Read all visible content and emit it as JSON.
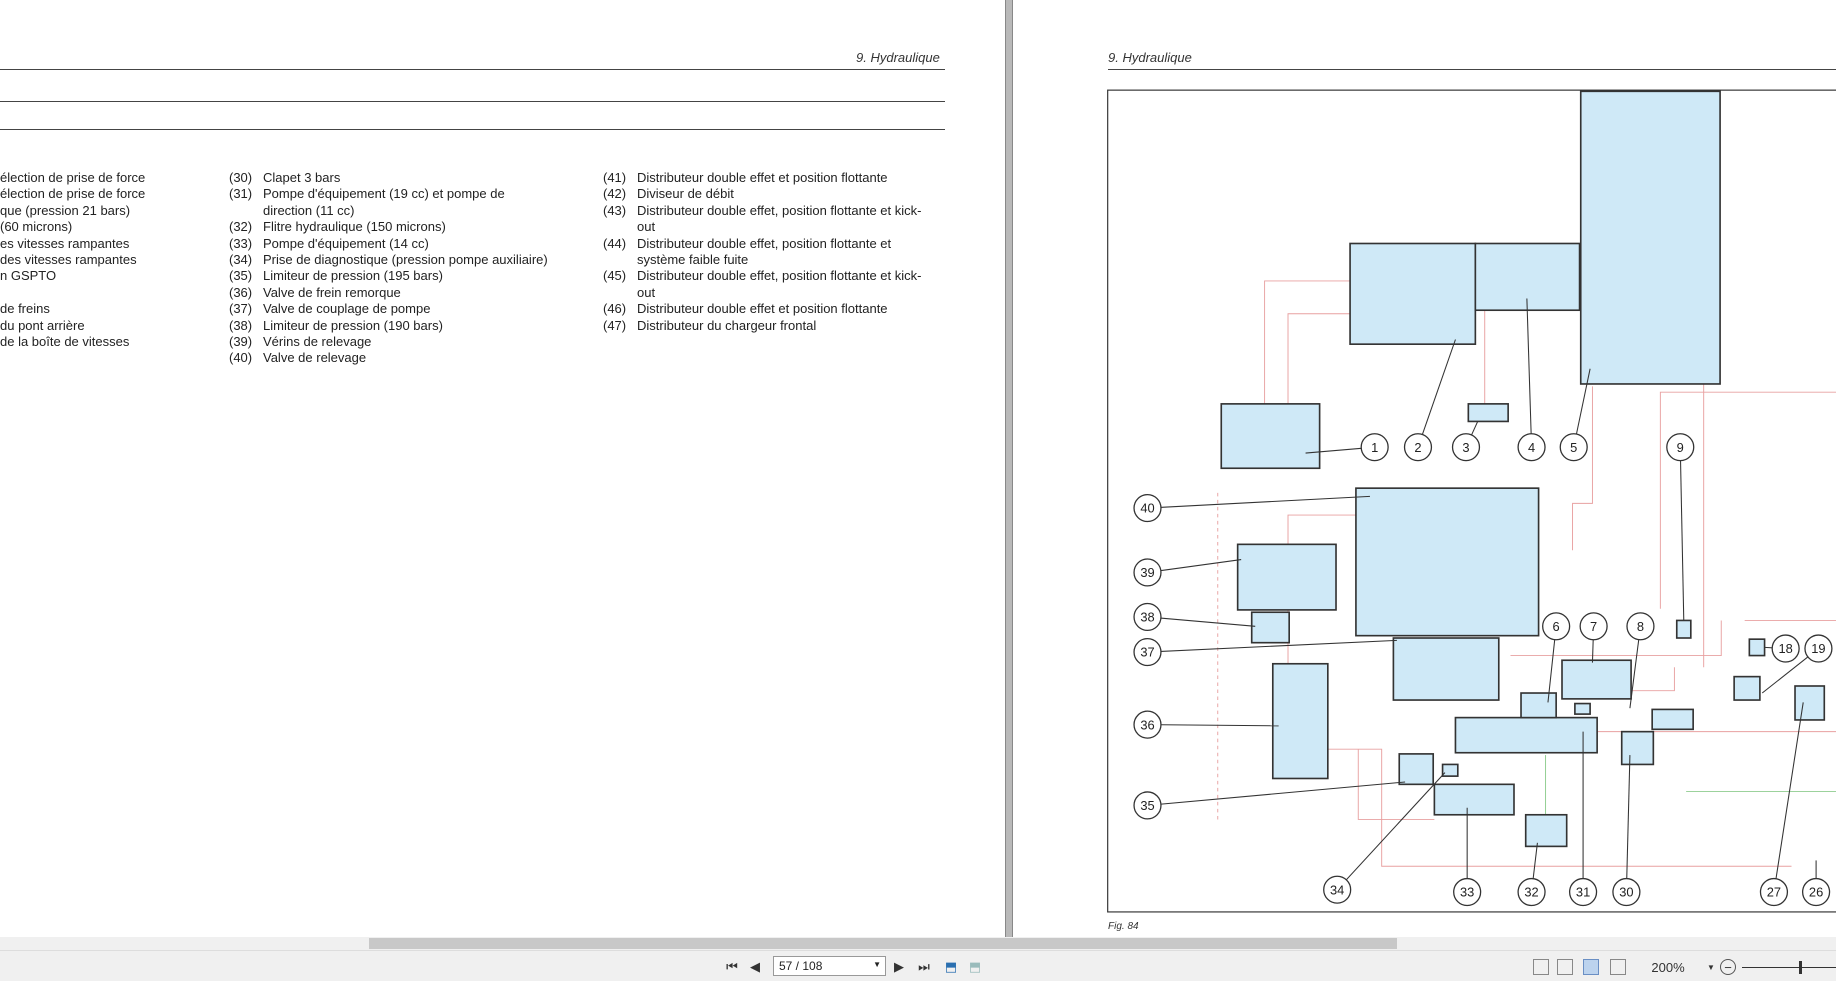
{
  "left_page": {
    "header": "9. Hydraulique",
    "col1": [
      "élection de prise de force",
      "élection de prise de force",
      "que (pression 21 bars)",
      "(60 microns)",
      "es vitesses rampantes",
      "des vitesses rampantes",
      "n GSPTO",
      "",
      "de freins",
      "du pont arrière",
      "de la boîte de vitesses"
    ],
    "col2": [
      {
        "num": "(30)",
        "lines": [
          "Clapet 3 bars"
        ]
      },
      {
        "num": "(31)",
        "lines": [
          "Pompe d'équipement (19 cc) et pompe de",
          "direction (11 cc)"
        ]
      },
      {
        "num": "(32)",
        "lines": [
          "Flitre hydraulique (150 microns)"
        ]
      },
      {
        "num": "(33)",
        "lines": [
          "Pompe d'équipement (14 cc)"
        ]
      },
      {
        "num": "(34)",
        "lines": [
          "Prise de diagnostique (pression pompe auxiliaire)"
        ]
      },
      {
        "num": "(35)",
        "lines": [
          "Limiteur de pression (195 bars)"
        ]
      },
      {
        "num": "(36)",
        "lines": [
          "Valve de frein remorque"
        ]
      },
      {
        "num": "(37)",
        "lines": [
          "Valve de couplage de pompe"
        ]
      },
      {
        "num": "(38)",
        "lines": [
          "Limiteur de pression (190 bars)"
        ]
      },
      {
        "num": "(39)",
        "lines": [
          "Vérins de relevage"
        ]
      },
      {
        "num": "(40)",
        "lines": [
          "Valve de relevage"
        ]
      }
    ],
    "col3": [
      {
        "num": "(41)",
        "lines": [
          "Distributeur double effet et position flottante"
        ]
      },
      {
        "num": "(42)",
        "lines": [
          "Diviseur de débit"
        ]
      },
      {
        "num": "(43)",
        "lines": [
          "Distributeur double effet, position flottante et kick-",
          "out"
        ]
      },
      {
        "num": "(44)",
        "lines": [
          "Distributeur double effet, position flottante et",
          "système faible fuite"
        ]
      },
      {
        "num": "(45)",
        "lines": [
          "Distributeur double effet, position flottante et kick-",
          "out"
        ]
      },
      {
        "num": "(46)",
        "lines": [
          "Distributeur double effet et position flottante"
        ]
      },
      {
        "num": "(47)",
        "lines": [
          "Distributeur du chargeur frontal"
        ]
      }
    ]
  },
  "right_page": {
    "header": "9. Hydraulique",
    "figure_caption": "Fig. 84",
    "callouts": [
      "1",
      "2",
      "3",
      "4",
      "5",
      "9",
      "40",
      "39",
      "38",
      "37",
      "36",
      "35",
      "6",
      "7",
      "8",
      "18",
      "19",
      "34",
      "33",
      "32",
      "31",
      "30",
      "27",
      "26"
    ]
  },
  "toolbar": {
    "page_value": "57 / 108",
    "zoom_value": "200%"
  },
  "colors": {
    "diagram_fill": "#cfe9f7",
    "line_red": "#e8a0a0",
    "toolbar_bg": "#f0f0f0"
  }
}
